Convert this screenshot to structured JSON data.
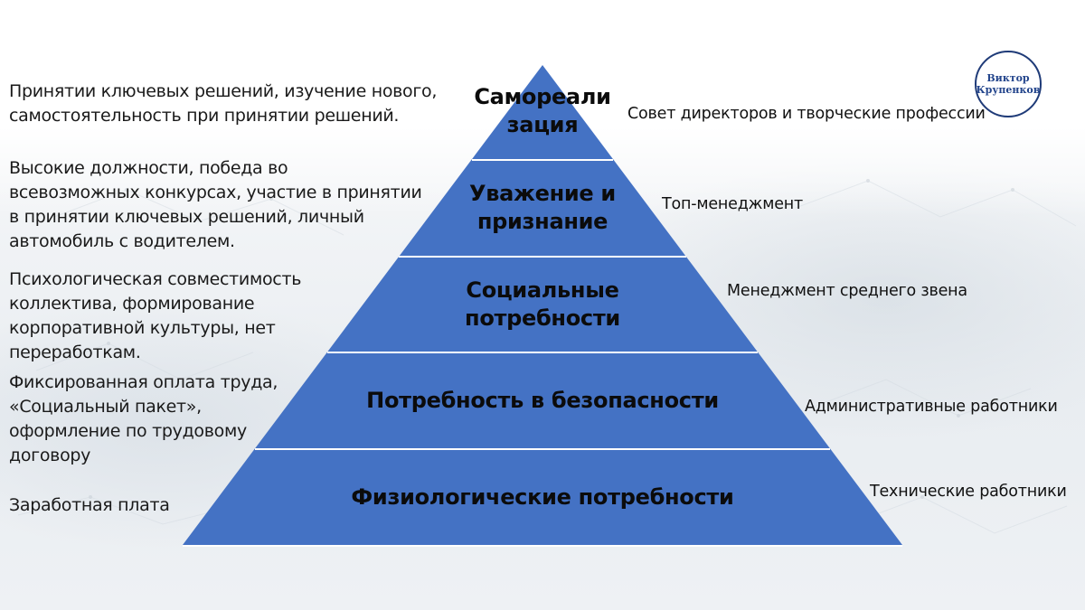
{
  "colors": {
    "pyramid_fill": "#4472c4",
    "divider": "#ffffff",
    "label_text": "#0b0b0b",
    "logo_ring": "#1f3b78",
    "logo_text": "#23458c"
  },
  "logo": {
    "line1": "Виктор",
    "line2": "Крупенков"
  },
  "pyramid": {
    "levels": [
      {
        "label_line1": "Самореали",
        "label_line2": "зация",
        "employees": "Совет директоров и творческие профессии",
        "motivators": "Принятии ключевых решений, изучение нового, самостоятельность при принятии решений."
      },
      {
        "label_line1": "Уважение и",
        "label_line2": "признание",
        "employees": "Топ-менеджмент",
        "motivators": "Высокие должности, победа во всевозможных конкурсах, участие в принятии в принятии ключевых решений, личный автомобиль с водителем."
      },
      {
        "label_line1": "Социальные",
        "label_line2": "потребности",
        "employees": "Менеджмент среднего звена",
        "motivators": "Психологическая совместимость коллектива, формирование корпоративной культуры, нет переработкам."
      },
      {
        "label_line1": "Потребность в безопасности",
        "label_line2": "",
        "employees": "Административные работники",
        "motivators": "Фиксированная оплата труда, «Социальный пакет», оформление по трудовому договору"
      },
      {
        "label_line1": "Физиологические потребности",
        "label_line2": "",
        "employees": "Технические работники",
        "motivators": "Заработная плата"
      }
    ]
  },
  "left_text_lines": {
    "l0": [
      "Принятии ключевых решений, изучение нового,",
      "самостоятельность при принятии решений."
    ],
    "l1": [
      "Высокие должности, победа во",
      "всевозможных конкурсах, участие в принятии",
      "в принятии ключевых решений, личный",
      "автомобиль с водителем."
    ],
    "l2": [
      "Психологическая совместимость",
      "коллектива, формирование",
      "корпоративной культуры, нет",
      "переработкам."
    ],
    "l3": [
      "Фиксированная оплата труда,",
      "«Социальный пакет»,",
      "оформление по трудовому",
      "договору"
    ],
    "l4": [
      "Заработная плата"
    ]
  }
}
